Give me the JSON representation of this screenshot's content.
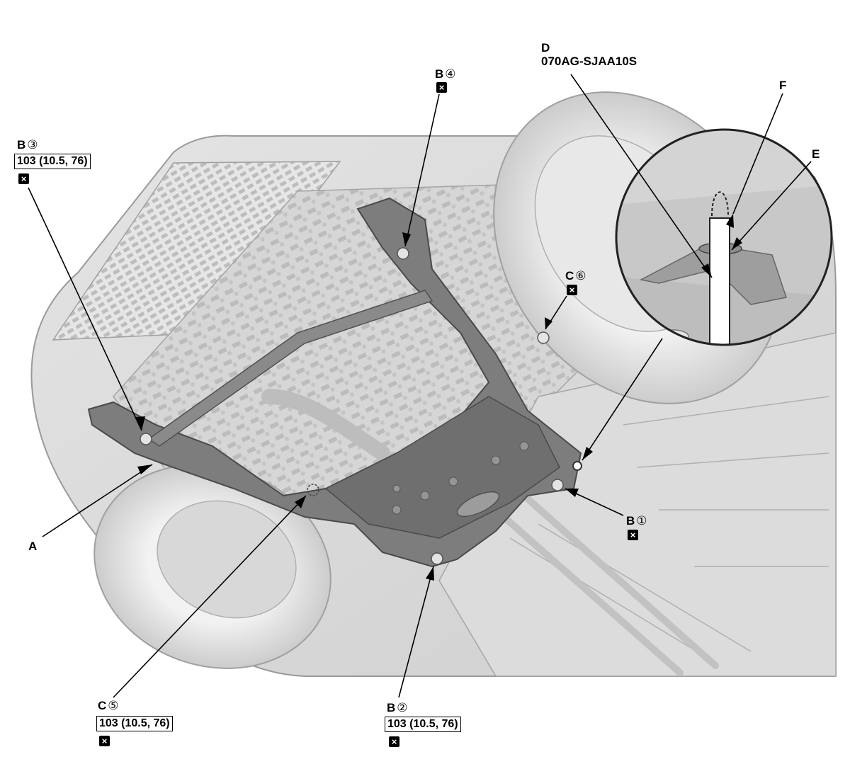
{
  "callouts": {
    "b1": {
      "letter": "B",
      "num": "①"
    },
    "b2": {
      "letter": "B",
      "num": "②",
      "torque": "103 (10.5, 76)"
    },
    "b3": {
      "letter": "B",
      "num": "③",
      "torque": "103 (10.5, 76)"
    },
    "b4": {
      "letter": "B",
      "num": "④"
    },
    "c5": {
      "letter": "C",
      "num": "⑤",
      "torque": "103 (10.5, 76)"
    },
    "c6": {
      "letter": "C",
      "num": "⑥"
    },
    "a": {
      "letter": "A"
    },
    "d": {
      "letter": "D",
      "tool": "070AG-SJAA10S"
    },
    "e": {
      "letter": "E"
    },
    "f": {
      "letter": "F"
    }
  },
  "icons": {
    "replace": "x-box-icon"
  }
}
